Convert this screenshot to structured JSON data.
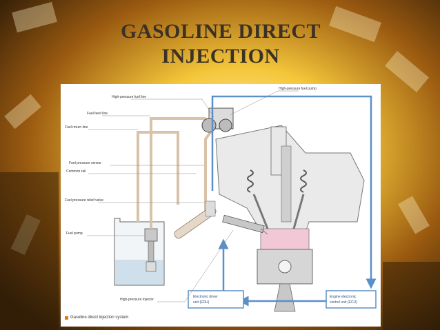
{
  "slide": {
    "title_line1": "GASOLINE DIRECT",
    "title_line2": "INJECTION"
  },
  "diagram": {
    "labels": {
      "high_pressure_fuel_line": "High-pressure fuel line",
      "high_pressure_fuel_pump": "High-pressure fuel pump",
      "fuel_feed_line": "Fuel feed line",
      "fuel_return_line": "Fuel return line",
      "fuel_pressure_sensor": "Fuel pressure sensor",
      "common_rail": "Common rail",
      "fuel_pressure_relief_valve": "Fuel pressure relief valve",
      "fuel_pump": "Fuel pump",
      "high_pressure_injector": "High-pressure injector",
      "edu_line1": "Electronic driver",
      "edu_line2": "unit (EDU)",
      "ecu_line1": "Engine electronic",
      "ecu_line2": "control unit (ECU)"
    },
    "caption": "Gasoline direct injection system"
  },
  "colors": {
    "accent_orange": "#e07a10",
    "signal_blue": "#5a8fc8",
    "pipe_tan": "#d8c3a8",
    "title_text": "#3b3226"
  }
}
